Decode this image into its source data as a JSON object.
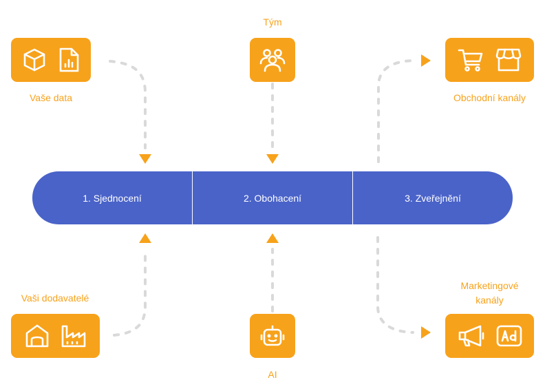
{
  "colors": {
    "accent": "#F7A21B",
    "pipeline": "#4A63C9",
    "connector": "#D9D9D9"
  },
  "sources": {
    "data": {
      "label": "Vaše data",
      "icons": [
        "box-icon",
        "report-icon"
      ]
    },
    "team": {
      "label": "Tým",
      "icons": [
        "team-icon"
      ]
    },
    "suppliers": {
      "label": "Vaši dodavatelé",
      "icons": [
        "warehouse-icon",
        "factory-icon"
      ]
    },
    "ai": {
      "label": "AI",
      "icons": [
        "robot-icon"
      ]
    }
  },
  "outputs": {
    "commerce": {
      "label": "Obchodní kanály",
      "icons": [
        "cart-icon",
        "store-icon"
      ]
    },
    "marketing": {
      "label_line1": "Marketingové",
      "label_line2": "kanály",
      "icons": [
        "megaphone-icon",
        "ad-icon"
      ]
    }
  },
  "pipeline": {
    "steps": [
      {
        "label": "1. Sjednocení"
      },
      {
        "label": "2. Obohacení"
      },
      {
        "label": "3. Zveřejnění"
      }
    ]
  }
}
